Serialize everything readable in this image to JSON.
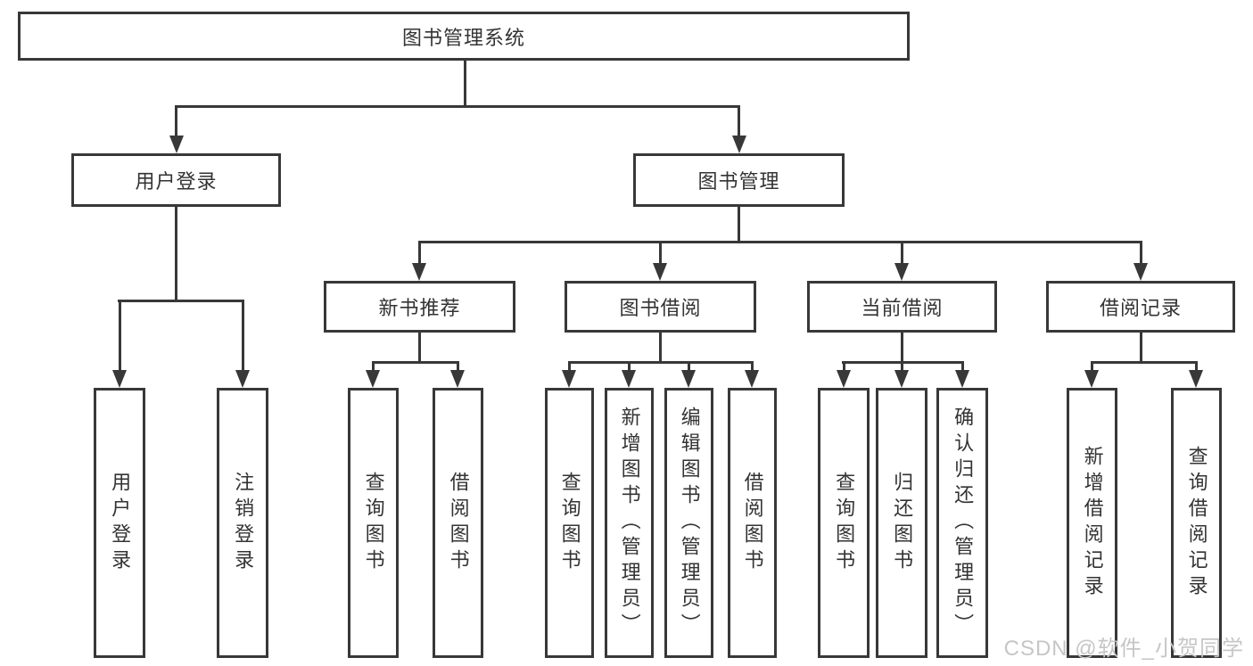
{
  "tree": {
    "root": "图书管理系统",
    "branches": [
      {
        "name": "用户登录",
        "children": [
          "用户登录",
          "注销登录"
        ]
      },
      {
        "name": "图书管理",
        "children": [
          {
            "name": "新书推荐",
            "children": [
              "查询图书",
              "借阅图书"
            ]
          },
          {
            "name": "图书借阅",
            "children": [
              "查询图书",
              "新增图书（管理员）",
              "编辑图书（管理员）",
              "借阅图书"
            ]
          },
          {
            "name": "当前借阅",
            "children": [
              "查询图书",
              "归还图书",
              "确认归还（管理员）"
            ]
          },
          {
            "name": "借阅记录",
            "children": [
              "新增借阅记录",
              "查询借阅记录"
            ]
          }
        ]
      }
    ]
  },
  "watermark": "CSDN @软件_小贺同学",
  "colors": {
    "line": "#383838",
    "text": "#333333",
    "box_background": "#ffffff",
    "watermark": "#c6c6c6",
    "page_background": "#ffffff"
  }
}
